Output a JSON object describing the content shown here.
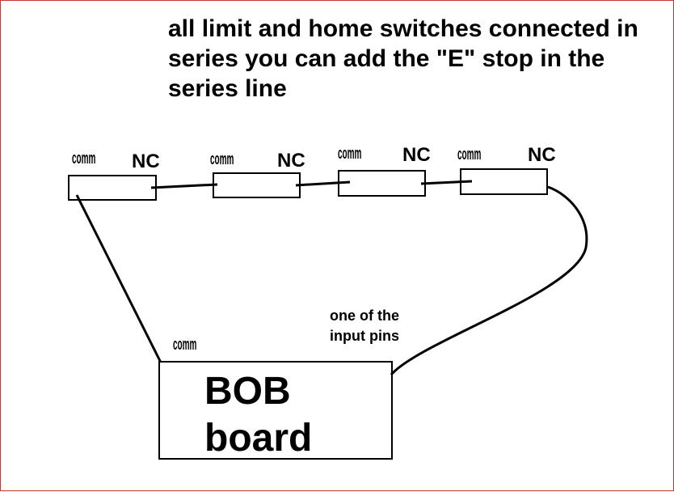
{
  "title": "all limit and home switches connected in series you can add the \"E\" stop in the series line",
  "switches": [
    {
      "comm_label": "comm",
      "nc_label": "NC"
    },
    {
      "comm_label": "comm",
      "nc_label": "NC"
    },
    {
      "comm_label": "comm",
      "nc_label": "NC"
    },
    {
      "comm_label": "comm",
      "nc_label": "NC"
    }
  ],
  "board": {
    "comm_label": "comm",
    "input_note": "one of the input pins",
    "label": "BOB board"
  },
  "colors": {
    "line": "#000000",
    "frame_border": "#cc3333",
    "background": "#ffffff"
  }
}
